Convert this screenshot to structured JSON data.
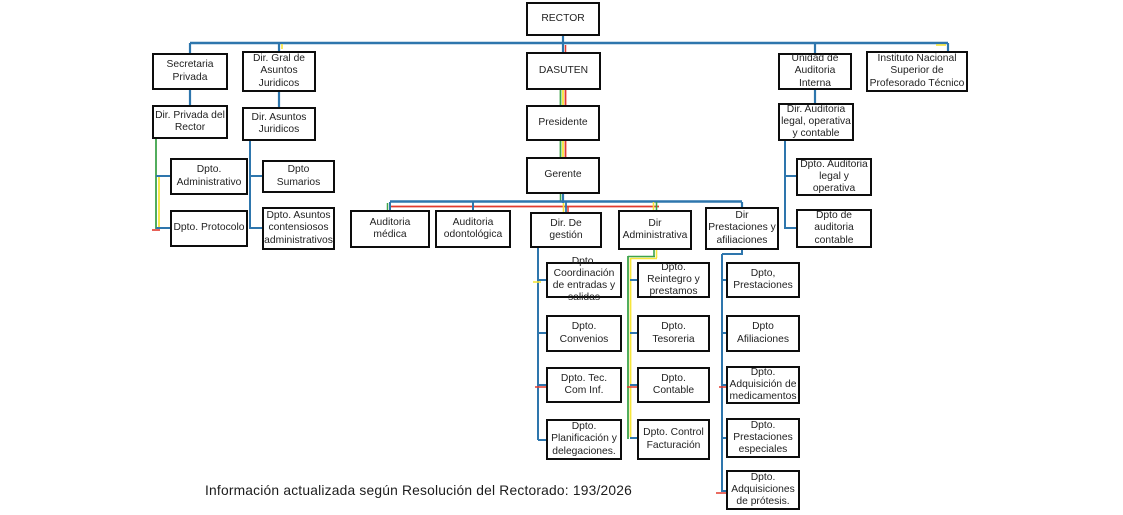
{
  "diagram": {
    "nodes": {
      "rector": {
        "label": "RECTOR"
      },
      "secretaria": {
        "label": "Secretaria Privada"
      },
      "dirgral": {
        "label": "Dir. Gral de Asuntos Juridicos"
      },
      "dasuten": {
        "label": "DASUTEN"
      },
      "unidad": {
        "label": "Unidad de Auditoria Interna"
      },
      "instituto": {
        "label": "Instituto Nacional Superior de Profesorado Técnico"
      },
      "dirprivada": {
        "label": "Dir. Privada del Rector"
      },
      "dirasuntos": {
        "label": "Dir. Asuntos Juridicos"
      },
      "presidente": {
        "label": "Presidente"
      },
      "dirauditoria": {
        "label": "Dir. Auditoria legal, operativa y contable"
      },
      "dptoadmin": {
        "label": "Dpto. Administrativo"
      },
      "dptosumarios": {
        "label": "Dpto Sumarios"
      },
      "gerente": {
        "label": "Gerente"
      },
      "dptoauditlegal": {
        "label": "Dpto. Auditoria legal y operativa"
      },
      "dptoprotocolo": {
        "label": "Dpto. Protocolo"
      },
      "dptoasuntoscont": {
        "label": "Dpto. Asuntos contensiosos administrativos"
      },
      "dptoauditcontable": {
        "label": "Dpto de auditoria contable"
      },
      "audmedica": {
        "label": "Auditoria médica"
      },
      "audodonto": {
        "label": "Auditoria odontológica"
      },
      "dirgestion": {
        "label": "Dir. De gestión"
      },
      "diradmin": {
        "label": "Dir Administrativa"
      },
      "dirprest": {
        "label": "Dir Prestaciones y afiliaciones"
      },
      "coordinacion": {
        "label": "Dpto. Coordinación de entradas y salidas"
      },
      "reintegro": {
        "label": "Dpto. Reintegro y prestamos"
      },
      "prestaciones": {
        "label": "Dpto, Prestaciones"
      },
      "convenios": {
        "label": "Dpto. Convenios"
      },
      "tesoreria": {
        "label": "Dpto. Tesoreria"
      },
      "afiliaciones": {
        "label": "Dpto Afiliaciones"
      },
      "teccom": {
        "label": "Dpto. Tec. Com Inf."
      },
      "contable": {
        "label": "Dpto. Contable"
      },
      "adqmedicamentos": {
        "label": "Dpto. Adquisición de medicamentos"
      },
      "planificacion": {
        "label": "Dpto. Planificación y delegaciones."
      },
      "controlfact": {
        "label": "Dpto. Control Facturación"
      },
      "prestespeciales": {
        "label": "Dpto. Prestaciones especiales"
      },
      "adqprotesis": {
        "label": "Dpto. Adquisiciones de prótesis."
      }
    },
    "footer": {
      "caption": "Información actualizada según Resolución del Rectorado: 193/2026"
    },
    "palette": {
      "line_blue": "#2e76ad",
      "line_green": "#3ea44b",
      "line_yellow": "#f6e53a",
      "line_red": "#e23a2e",
      "box_border": "#0d0d0d",
      "box_fill": "#ffffff"
    }
  }
}
